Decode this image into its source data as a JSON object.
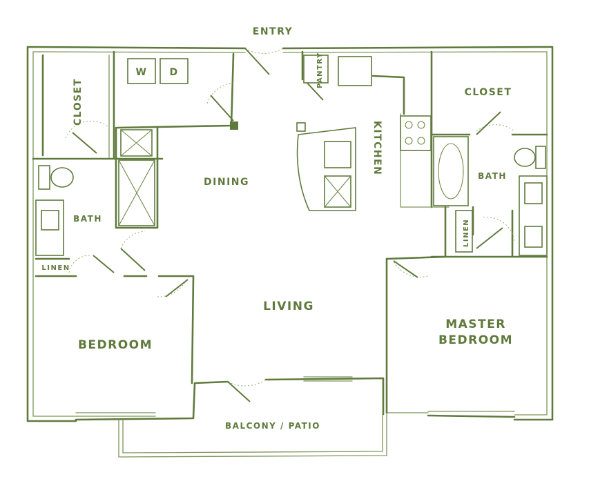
{
  "rooms": {
    "entry": "ENTRY",
    "pantry": "PANTRY",
    "closet_left": "CLOSET",
    "closet_right": "CLOSET",
    "kitchen": "KITCHEN",
    "dining": "DINING",
    "bath_left": "BATH",
    "bath_right": "BATH",
    "linen_left": "LINEN",
    "linen_right": "LINEN",
    "living": "LIVING",
    "bedroom": "BEDROOM",
    "master_line1": "MASTER",
    "master_line2": "BEDROOM",
    "balcony": "BALCONY / PATIO"
  },
  "appliances": {
    "washer": "W",
    "dryer": "D"
  },
  "colors": {
    "line": "#5f7a3c",
    "background": "#ffffff"
  }
}
